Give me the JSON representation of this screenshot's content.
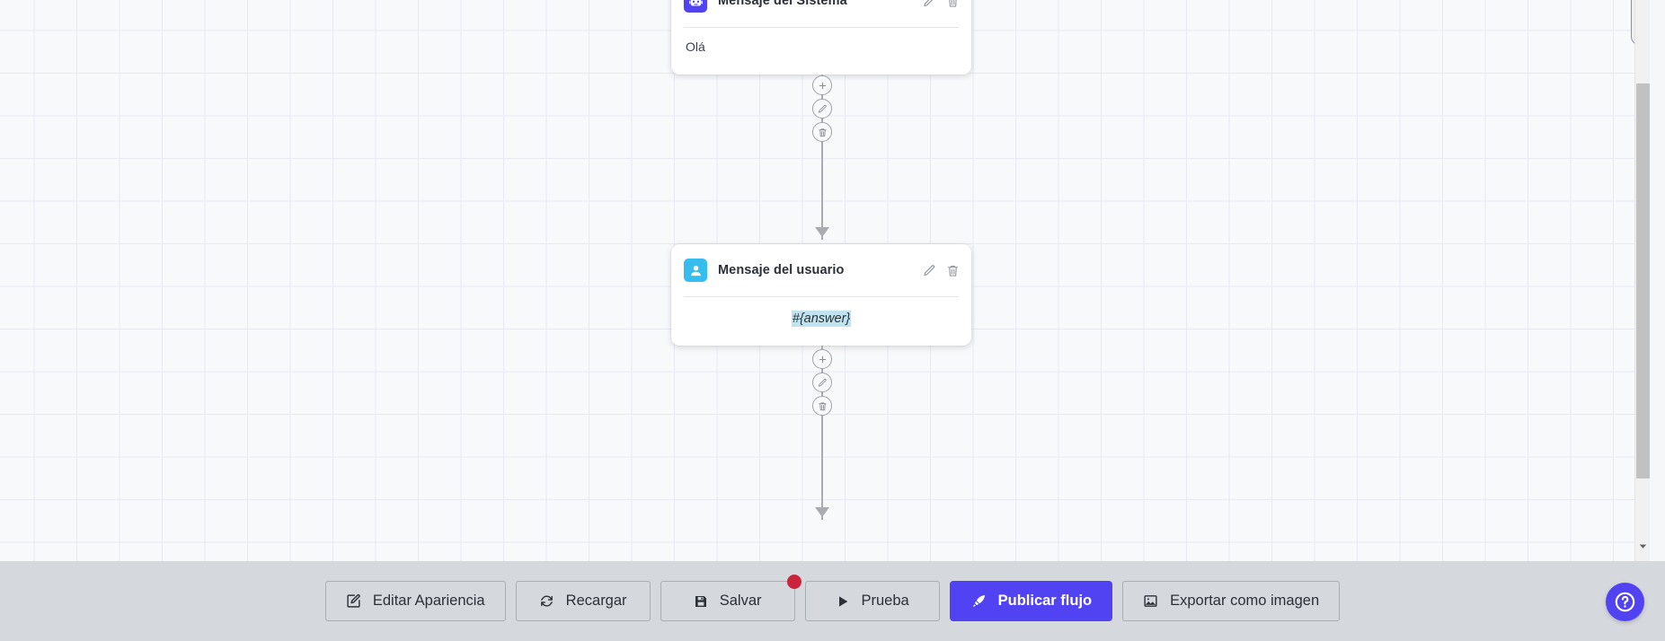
{
  "canvas": {
    "nodes": [
      {
        "id": "system-message",
        "title": "Mensaje del Sistema",
        "icon": "robot-icon",
        "icon_color": "#5243f2",
        "body_text": "Olá",
        "edit_icon": "pencil-icon",
        "delete_icon": "trash-icon"
      },
      {
        "id": "user-message",
        "title": "Mensaje del usuario",
        "icon": "user-icon",
        "icon_color": "#35bdf0",
        "body_text": "#{answer}",
        "edit_icon": "pencil-icon",
        "delete_icon": "trash-icon"
      }
    ],
    "connector_buttons": [
      {
        "name": "add-node-button",
        "icon": "plus-icon"
      },
      {
        "name": "edit-connection-button",
        "icon": "pencil-icon"
      },
      {
        "name": "delete-connection-button",
        "icon": "trash-icon"
      }
    ],
    "grid": "on"
  },
  "scrollbar": {
    "orientation": "vertical",
    "down_arrow_icon": "chevron-down-icon"
  },
  "toolbar": {
    "buttons": [
      {
        "label": "Editar Apariencia",
        "icon": "edit-square-icon",
        "style": "default",
        "badge": false
      },
      {
        "label": "Recargar",
        "icon": "refresh-icon",
        "style": "default",
        "badge": false
      },
      {
        "label": "Salvar",
        "icon": "save-icon",
        "style": "default",
        "badge": true
      },
      {
        "label": "Prueba",
        "icon": "play-icon",
        "style": "default",
        "badge": false
      },
      {
        "label": "Publicar flujo",
        "icon": "rocket-icon",
        "style": "primary",
        "badge": false
      },
      {
        "label": "Exportar como imagen",
        "icon": "image-icon",
        "style": "default",
        "badge": false
      }
    ],
    "badge_color": "#c9253c",
    "primary_color": "#5243f2"
  },
  "help": {
    "icon": "question-mark-icon",
    "color": "#5243f2"
  }
}
